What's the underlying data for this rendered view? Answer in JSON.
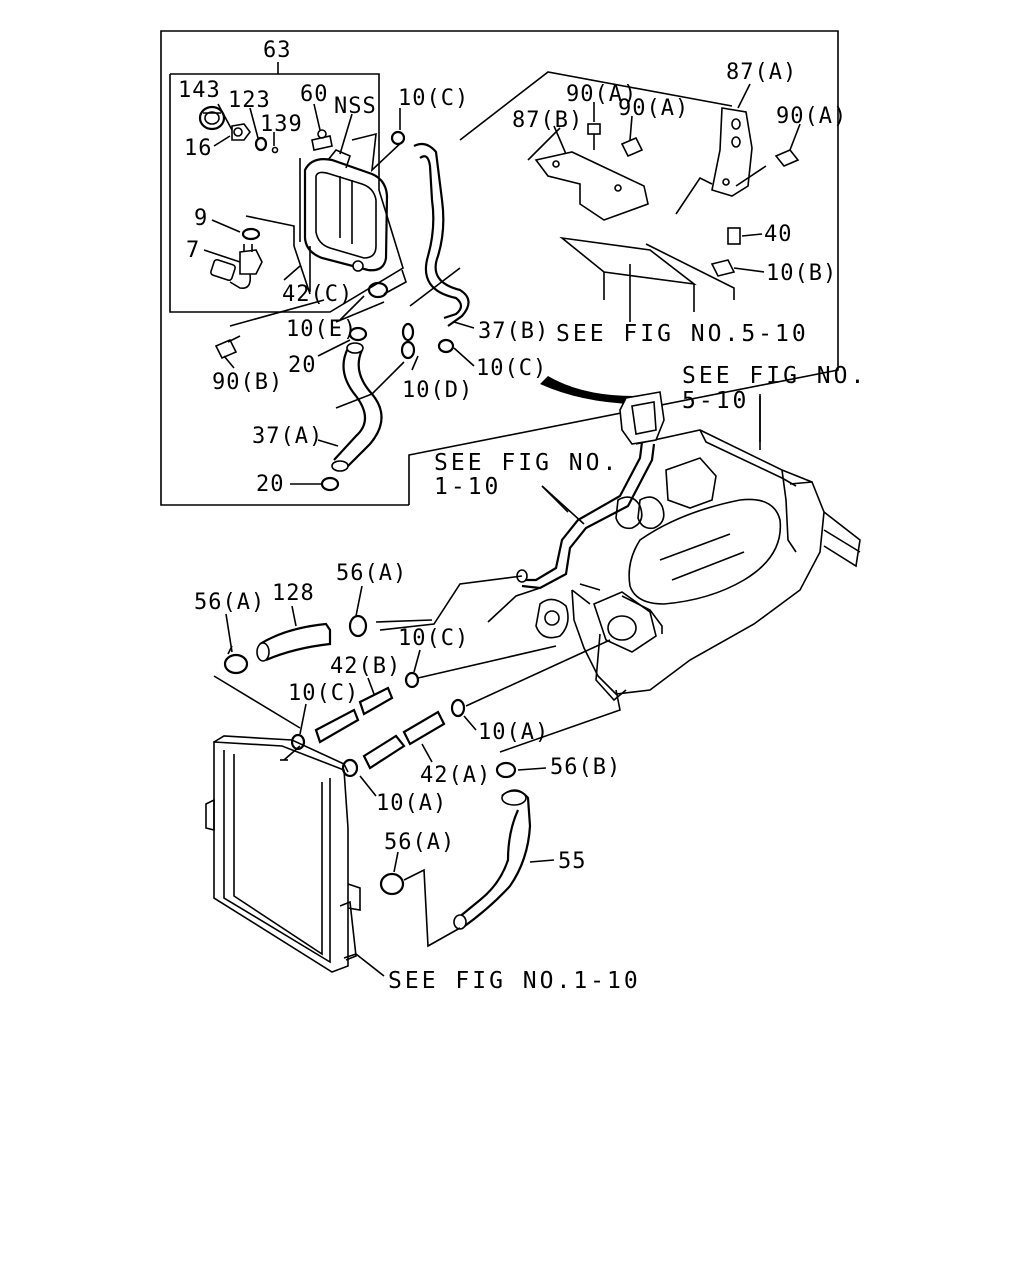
{
  "labels": {
    "l63": "63",
    "l143": "143",
    "l123": "123",
    "l60": "60",
    "lNSS": "NSS",
    "l10C_top": "10(C)",
    "l16": "16",
    "l139": "139",
    "l87A": "87(A)",
    "l90A_1": "90(A)",
    "l90A_2": "90(A)",
    "l87B": "87(B)",
    "l90A_3": "90(A)",
    "l9": "9",
    "l7": "7",
    "l42C": "42(C)",
    "l40": "40",
    "l10B": "10(B)",
    "l10E": "10(E)",
    "l37B": "37(B)",
    "l20_1": "20",
    "l90B": "90(B)",
    "l10D": "10(D)",
    "l10C_mid": "10(C)",
    "l37A": "37(A)",
    "l20_2": "20",
    "l56A_1": "56(A)",
    "l128": "128",
    "l56A_2": "56(A)",
    "l10C_2": "10(C)",
    "l42B": "42(B)",
    "l10C_3": "10(C)",
    "l10A_1": "10(A)",
    "l56B": "56(B)",
    "l42A": "42(A)",
    "l10A_2": "10(A)",
    "l56A_3": "56(A)",
    "l55": "55"
  },
  "references": {
    "fig_5_10_inset": "SEE FIG NO.5-10",
    "fig_5_10_line1": "SEE FIG NO.",
    "fig_5_10_line2": "5-10",
    "fig_1_10_line1": "SEE FIG NO.",
    "fig_1_10_line2": "1-10",
    "fig_1_10_bottom": "SEE FIG NO.1-10"
  }
}
